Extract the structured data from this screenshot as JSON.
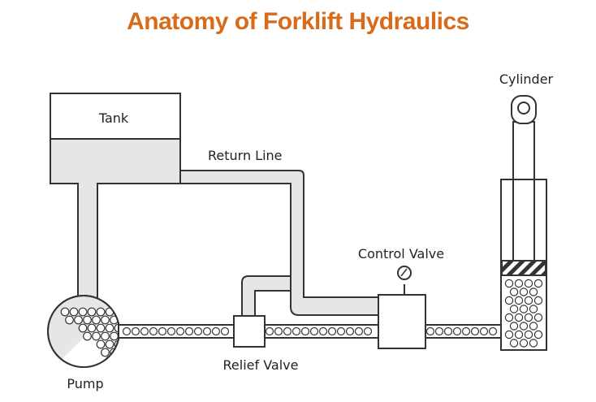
{
  "title": "Anatomy of Forklift Hydraulics",
  "labels": {
    "tank": "Tank",
    "return_line": "Return Line",
    "cylinder": "Cylinder",
    "control_valve": "Control Valve",
    "relief_valve": "Relief  Valve",
    "pump": "Pump"
  },
  "colors": {
    "title": "#d86a1a",
    "fluid": "#e6e6e6",
    "line": "#333333"
  }
}
